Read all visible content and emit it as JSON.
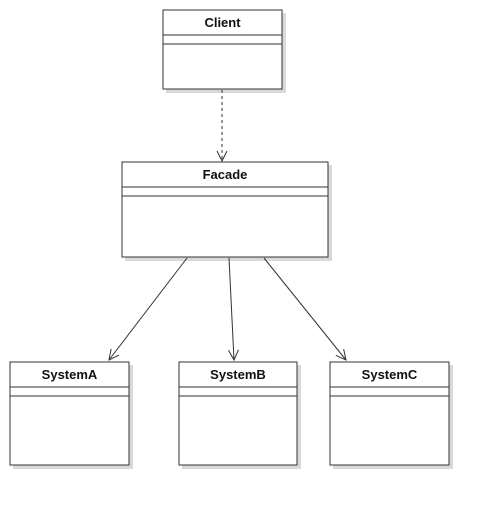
{
  "diagram": {
    "type": "uml-class-diagram",
    "classes": {
      "client": "Client",
      "facade": "Facade",
      "system_a": "SystemA",
      "system_b": "SystemB",
      "system_c": "SystemC"
    },
    "relations": [
      {
        "from": "Client",
        "to": "Facade",
        "kind": "dependency",
        "style": "dashed",
        "arrowhead": "open"
      },
      {
        "from": "Facade",
        "to": "SystemA",
        "kind": "association",
        "style": "solid",
        "arrowhead": "open"
      },
      {
        "from": "Facade",
        "to": "SystemB",
        "kind": "association",
        "style": "solid",
        "arrowhead": "open"
      },
      {
        "from": "Facade",
        "to": "SystemC",
        "kind": "association",
        "style": "solid",
        "arrowhead": "open"
      }
    ],
    "colors": {
      "stroke": "#333333",
      "fill": "#ffffff",
      "shadow": "#d9d9d9",
      "text": "#111111"
    }
  }
}
